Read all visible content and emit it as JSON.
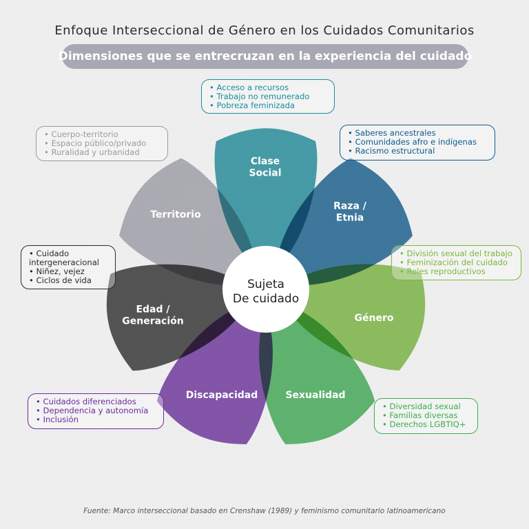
{
  "title": "Enfoque Interseccional de Género en los Cuidados Comunitarios",
  "subtitle": "Dimensiones que se entrecruzan en la experiencia del cuidado",
  "center": {
    "line1": "Sujeta",
    "line2": "De cuidado"
  },
  "petals": [
    {
      "label_lines": [
        "Clase",
        "Social"
      ],
      "color": "#1a8d9b"
    },
    {
      "label_lines": [
        "Raza /",
        "Etnia"
      ],
      "color": "#0d5b8e"
    },
    {
      "label_lines": [
        "Género"
      ],
      "color": "#79b93a"
    },
    {
      "label_lines": [
        "Sexualidad"
      ],
      "color": "#3aad4f"
    },
    {
      "label_lines": [
        "Discapacidad"
      ],
      "color": "#6a2ca0"
    },
    {
      "label_lines": [
        "Edad /",
        "Generación"
      ],
      "color": "#2a2a2a"
    },
    {
      "label_lines": [
        "Territorio"
      ],
      "color": "#a3a3ad"
    }
  ],
  "boxes": {
    "clase": {
      "color": "#1a8d9b",
      "items": [
        "Acceso a recursos",
        "Trabajo no remunerado",
        "Pobreza feminizada"
      ]
    },
    "raza": {
      "color": "#0d5b8e",
      "items": [
        "Saberes ancestrales",
        "Comunidades afro e indígenas",
        "Racismo estructural"
      ]
    },
    "genero": {
      "color": "#79b93a",
      "items": [
        "División sexual del trabajo",
        "Feminización del cuidado",
        "Roles reproductivos"
      ]
    },
    "sexualidad": {
      "color": "#3aad4f",
      "items": [
        "Diversidad sexual",
        "Familias diversas",
        "Derechos LGBTIQ+"
      ]
    },
    "discapacidad": {
      "color": "#6a2ca0",
      "items": [
        "Cuidados diferenciados",
        "Dependencia y autonomía",
        "Inclusión"
      ]
    },
    "edad": {
      "color": "#2a2a2a",
      "items": [
        "Cuidado intergeneracional",
        "Niñez, vejez",
        "Ciclos de vida"
      ]
    },
    "territorio": {
      "color": "#9a9aa3",
      "items": [
        "Cuerpo-territorio",
        "Espacio público/privado",
        "Ruralidad y urbanidad"
      ]
    }
  },
  "source": "Fuente: Marco interseccional basado en Crenshaw (1989) y feminismo comunitario latinoamericano"
}
